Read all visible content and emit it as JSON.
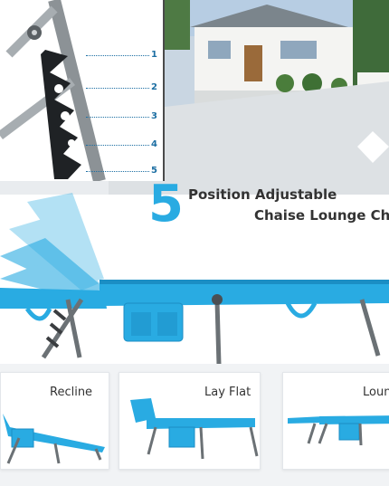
{
  "callout_marks": [
    "1",
    "2",
    "3",
    "4",
    "5"
  ],
  "headline": {
    "number": "5",
    "line1": "Position Adjustable",
    "line2": "Chaise Lounge Ch"
  },
  "cards": [
    {
      "label": "Recline"
    },
    {
      "label": "Lay Flat"
    },
    {
      "label": "Loun"
    }
  ],
  "colors": {
    "fabric": "#29abe2",
    "frame": "#6b7175",
    "accent": "#1d6fa3"
  }
}
